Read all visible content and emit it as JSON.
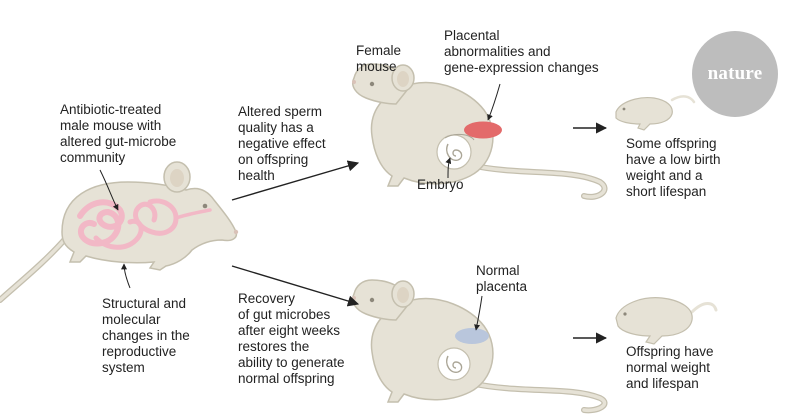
{
  "brand": {
    "logo_text": "nature"
  },
  "colors": {
    "mouse_body": "#e6e2d6",
    "mouse_outline": "#c4bfae",
    "gut": "#f2b8c6",
    "placenta_abnormal": "#e36a6a",
    "placenta_normal": "#b9c6dc",
    "arrow": "#222222",
    "logo_circle": "#bdbdbd"
  },
  "labels": {
    "antibiotic_mouse": "Antibiotic-treated\nmale mouse with\naltered gut-microbe\ncommunity",
    "structural_changes": "Structural and\nmolecular\nchanges in the\nreproductive\nsystem",
    "altered_sperm": "Altered sperm\nquality has a\nnegative effect\non offspring\nhealth",
    "recovery": "Recovery\nof gut microbes\nafter eight weeks\nrestores the\nability to generate\nnormal offspring",
    "female_mouse": "Female\nmouse",
    "placental_abnormalities": "Placental\nabnormalities and\ngene-expression changes",
    "embryo": "Embryo",
    "normal_placenta": "Normal\nplacenta",
    "offspring_low": "Some offspring\nhave a low birth\nweight and a\nshort lifespan",
    "offspring_normal": "Offspring have\nnormal weight\nand lifespan"
  }
}
